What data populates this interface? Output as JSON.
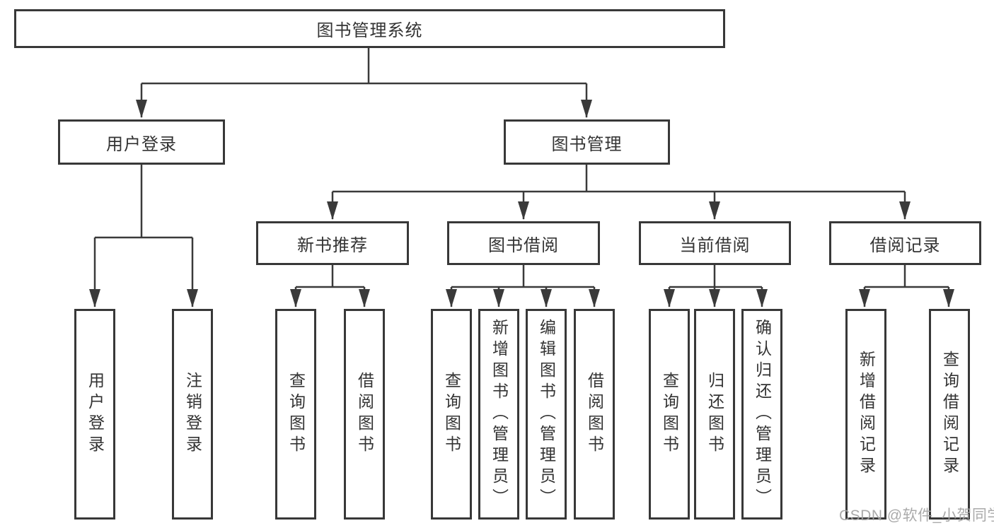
{
  "diagram": {
    "root": {
      "label": "图书管理系统",
      "children": [
        {
          "label": "用户登录",
          "children": [
            {
              "label": "用户登录"
            },
            {
              "label": "注销登录"
            }
          ]
        },
        {
          "label": "图书管理",
          "children": [
            {
              "label": "新书推荐",
              "children": [
                {
                  "label": "查询图书"
                },
                {
                  "label": "借阅图书"
                }
              ]
            },
            {
              "label": "图书借阅",
              "children": [
                {
                  "label": "查询图书"
                },
                {
                  "label": "新增图书（管理员）"
                },
                {
                  "label": "编辑图书（管理员）"
                },
                {
                  "label": "借阅图书"
                }
              ]
            },
            {
              "label": "当前借阅",
              "children": [
                {
                  "label": "查询图书"
                },
                {
                  "label": "归还图书"
                },
                {
                  "label": "确认归还（管理员）"
                }
              ]
            },
            {
              "label": "借阅记录",
              "children": [
                {
                  "label": "新增借阅记录"
                },
                {
                  "label": "查询借阅记录"
                }
              ]
            }
          ]
        }
      ]
    }
  },
  "watermark": {
    "text": "CSDN @软件_小贺同学"
  },
  "colors": {
    "line": "#3a3a3a",
    "border": "#383838",
    "text": "#333333",
    "watermark": "#a3a3a3",
    "background": "#ffffff"
  }
}
